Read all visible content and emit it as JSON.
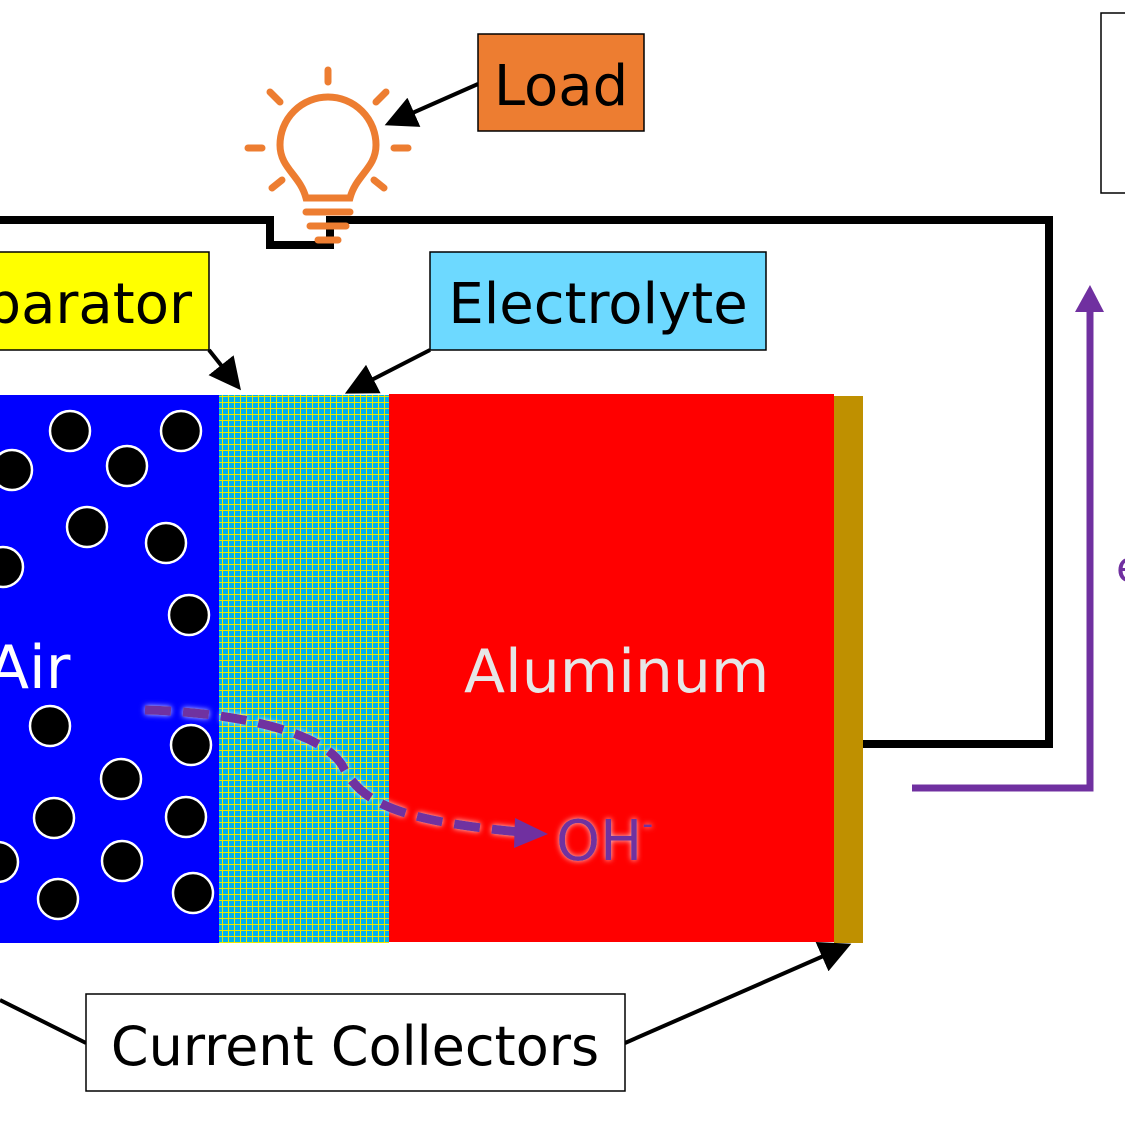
{
  "labels": {
    "load": "Load",
    "separator": "Separator",
    "electrolyte": "Electrolyte",
    "current_collectors": "Current Collectors",
    "air": "Air",
    "aluminum": "Aluminum",
    "ion": "OH",
    "ion_charge": "-",
    "electron_partial": "e"
  },
  "icons": [
    "lightbulb-icon"
  ],
  "colors": {
    "air_cathode": "#0000ff",
    "separator_mesh": "#00b0f0",
    "mesh_lines": "#e8e800",
    "aluminum_anode": "#ff0000",
    "current_collector": "#bf9000",
    "load": "#ed7d31",
    "separator_label": "#ffff00",
    "electrolyte_label": "#6dd9ff",
    "ion_flow": "#7030a0",
    "circuit": "#000000"
  }
}
